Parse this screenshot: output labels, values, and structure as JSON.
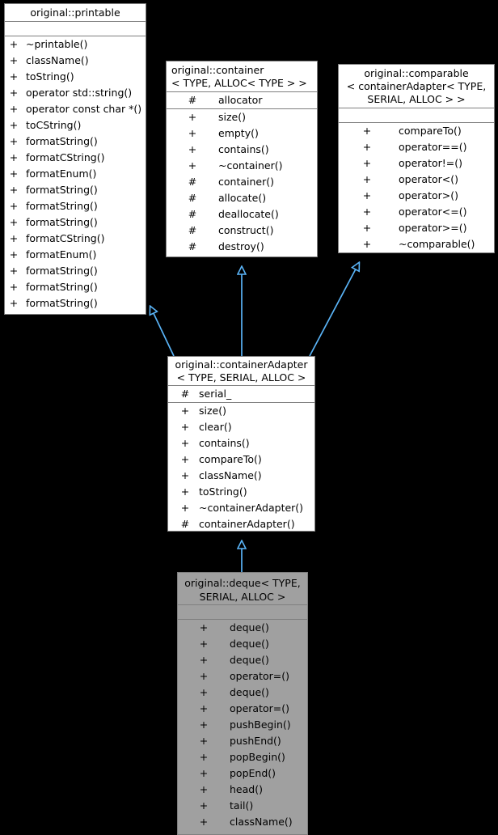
{
  "diagram": {
    "type": "uml-class-inheritance",
    "background": "#000000",
    "edge_color": "#5ab4f7",
    "box_border": "#7f7f7f",
    "box_fill": "#ffffff",
    "highlight_fill": "#a0a0a0"
  },
  "classes": {
    "printable": {
      "name": "original::printable",
      "attributes": [],
      "operations": [
        {
          "vis": "+",
          "name": "~printable()"
        },
        {
          "vis": "+",
          "name": "className()"
        },
        {
          "vis": "+",
          "name": "toString()"
        },
        {
          "vis": "+",
          "name": "operator std::string()"
        },
        {
          "vis": "+",
          "name": "operator const char *()"
        },
        {
          "vis": "+",
          "name": "toCString()"
        },
        {
          "vis": "+",
          "name": "formatString()"
        },
        {
          "vis": "+",
          "name": "formatCString()"
        },
        {
          "vis": "+",
          "name": "formatEnum()"
        },
        {
          "vis": "+",
          "name": "formatString()"
        },
        {
          "vis": "+",
          "name": "formatString()"
        },
        {
          "vis": "+",
          "name": "formatString()"
        },
        {
          "vis": "+",
          "name": "formatCString()"
        },
        {
          "vis": "+",
          "name": "formatEnum()"
        },
        {
          "vis": "+",
          "name": "formatString()"
        },
        {
          "vis": "+",
          "name": "formatString()"
        },
        {
          "vis": "+",
          "name": "formatString()"
        }
      ]
    },
    "container": {
      "name": "original::container\n< TYPE, ALLOC< TYPE > >",
      "attributes": [
        {
          "vis": "#",
          "name": "allocator"
        }
      ],
      "operations": [
        {
          "vis": "+",
          "name": "size()"
        },
        {
          "vis": "+",
          "name": "empty()"
        },
        {
          "vis": "+",
          "name": "contains()"
        },
        {
          "vis": "+",
          "name": "~container()"
        },
        {
          "vis": "#",
          "name": "container()"
        },
        {
          "vis": "#",
          "name": "allocate()"
        },
        {
          "vis": "#",
          "name": "deallocate()"
        },
        {
          "vis": "#",
          "name": "construct()"
        },
        {
          "vis": "#",
          "name": "destroy()"
        }
      ]
    },
    "comparable": {
      "name": "original::comparable\n< containerAdapter< TYPE,\nSERIAL, ALLOC > >",
      "attributes": [],
      "operations": [
        {
          "vis": "+",
          "name": "compareTo()"
        },
        {
          "vis": "+",
          "name": "operator==()"
        },
        {
          "vis": "+",
          "name": "operator!=()"
        },
        {
          "vis": "+",
          "name": "operator<()"
        },
        {
          "vis": "+",
          "name": "operator>()"
        },
        {
          "vis": "+",
          "name": "operator<=()"
        },
        {
          "vis": "+",
          "name": "operator>=()"
        },
        {
          "vis": "+",
          "name": "~comparable()"
        }
      ]
    },
    "containerAdapter": {
      "name": "original::containerAdapter\n< TYPE, SERIAL, ALLOC >",
      "attributes": [
        {
          "vis": "#",
          "name": "serial_"
        }
      ],
      "operations": [
        {
          "vis": "+",
          "name": "size()"
        },
        {
          "vis": "+",
          "name": "clear()"
        },
        {
          "vis": "+",
          "name": "contains()"
        },
        {
          "vis": "+",
          "name": "compareTo()"
        },
        {
          "vis": "+",
          "name": "className()"
        },
        {
          "vis": "+",
          "name": "toString()"
        },
        {
          "vis": "+",
          "name": "~containerAdapter()"
        },
        {
          "vis": "#",
          "name": "containerAdapter()"
        }
      ]
    },
    "deque": {
      "name": "original::deque< TYPE,\nSERIAL, ALLOC >",
      "attributes": [],
      "operations": [
        {
          "vis": "+",
          "name": "deque()"
        },
        {
          "vis": "+",
          "name": "deque()"
        },
        {
          "vis": "+",
          "name": "deque()"
        },
        {
          "vis": "+",
          "name": "operator=()"
        },
        {
          "vis": "+",
          "name": "deque()"
        },
        {
          "vis": "+",
          "name": "operator=()"
        },
        {
          "vis": "+",
          "name": "pushBegin()"
        },
        {
          "vis": "+",
          "name": "pushEnd()"
        },
        {
          "vis": "+",
          "name": "popBegin()"
        },
        {
          "vis": "+",
          "name": "popEnd()"
        },
        {
          "vis": "+",
          "name": "head()"
        },
        {
          "vis": "+",
          "name": "tail()"
        },
        {
          "vis": "+",
          "name": "className()"
        }
      ]
    }
  },
  "relations": [
    {
      "from": "containerAdapter",
      "to": "printable",
      "kind": "inheritance"
    },
    {
      "from": "containerAdapter",
      "to": "container",
      "kind": "inheritance"
    },
    {
      "from": "containerAdapter",
      "to": "comparable",
      "kind": "inheritance"
    },
    {
      "from": "deque",
      "to": "containerAdapter",
      "kind": "inheritance"
    }
  ]
}
